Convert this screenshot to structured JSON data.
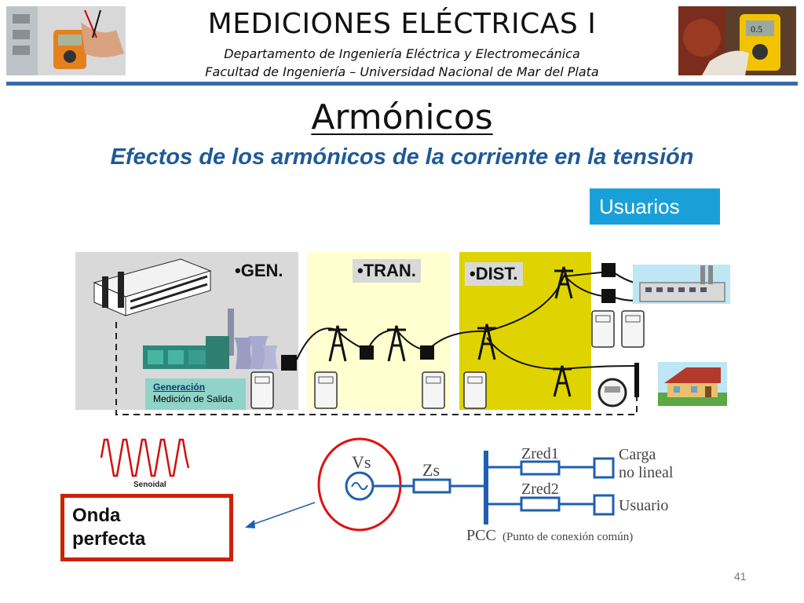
{
  "header": {
    "title": "MEDICIONES ELÉCTRICAS I",
    "department": "Departamento de Ingeniería Eléctrica y Electromecánica",
    "faculty": "Facultad de Ingeniería – Universidad Nacional de Mar del Plata"
  },
  "slide": {
    "title": "Armónicos",
    "subtitle": "Efectos de los armónicos de la corriente en la tensión",
    "page_number": "41"
  },
  "network": {
    "users_label": "Usuarios",
    "zones": [
      "•GEN.",
      "•TRAN.",
      "•DIST."
    ],
    "generation_tag": {
      "title": "Generación",
      "subtitle": "Medición de Salida"
    },
    "sine_caption": "Senoidal"
  },
  "callout": {
    "line1": "Onda",
    "line2": "perfecta"
  },
  "circuit": {
    "source": "Vs",
    "source_impedance": "Zs",
    "branch1": "Zred1",
    "branch2": "Zred2",
    "load1_line1": "Carga",
    "load1_line2": "no lineal",
    "load2": "Usuario",
    "pcc": "PCC",
    "pcc_note": "(Punto de conexión común)"
  },
  "colors": {
    "header_rule": "#3b6aa8",
    "subtitle": "#1f5a96",
    "users_box": "#1aa0d8",
    "gen_zone": "#d9d9d9",
    "tran_zone": "#ffffd0",
    "dist_zone": "#e0d400",
    "callout_border": "#cc2200",
    "circuit_blue": "#1e5fb0",
    "source_circle": "#e01010"
  }
}
